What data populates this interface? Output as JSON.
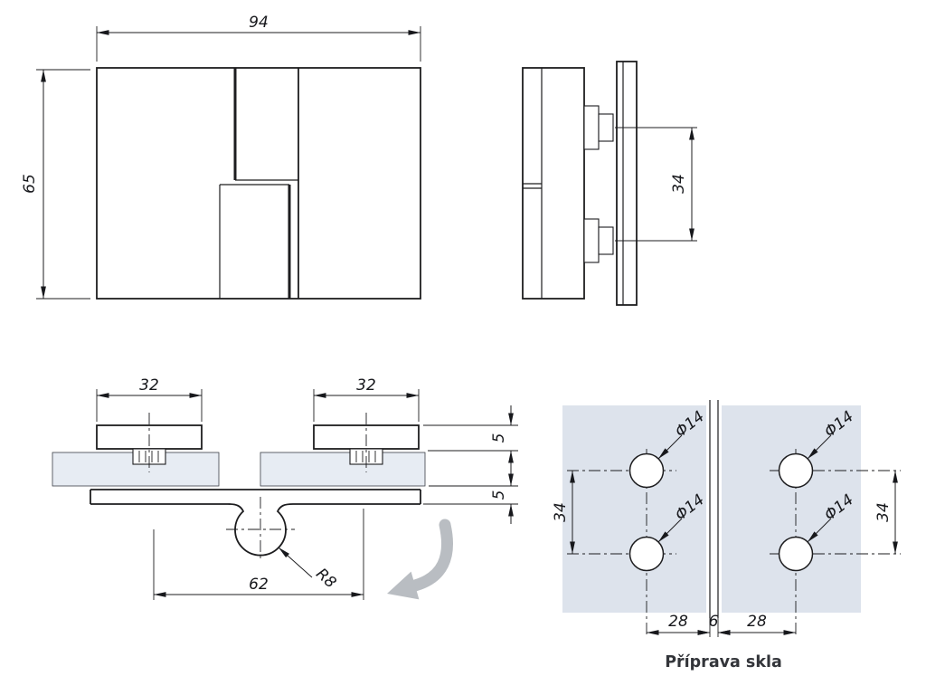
{
  "drawing": {
    "front_view": {
      "width_dim": "94",
      "height_dim": "65"
    },
    "side_view": {
      "hole_spacing_dim": "34"
    },
    "section_view": {
      "left_clamp_width_dim": "32",
      "right_clamp_width_dim": "32",
      "clamp_plate_thickness_dim": "5",
      "base_plate_thickness_dim": "5",
      "hole_span_dim": "62",
      "knuckle_radius_dim": "R8"
    },
    "glass_prep_view": {
      "title": "Příprava skla",
      "hole_diameter_dim": "Φ14",
      "left_hole_spacing_dim": "34",
      "right_hole_spacing_dim": "34",
      "left_edge_distance_dim": "28",
      "gap_dim": "6",
      "right_edge_distance_dim": "28"
    },
    "colors": {
      "line": "#1d1d1f",
      "glass_fill": "#e7ecf3",
      "prep_glass_fill": "#dde3ec",
      "rotation_arrow": "#b9bdc2"
    }
  }
}
